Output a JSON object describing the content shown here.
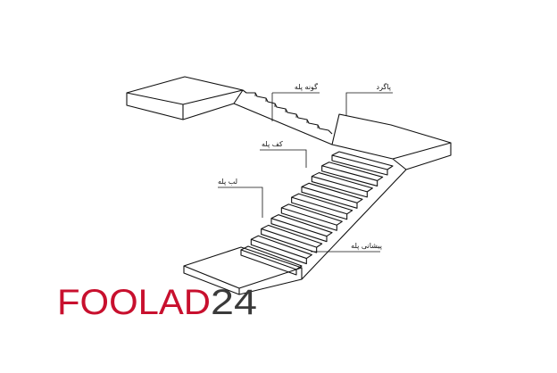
{
  "labels": {
    "riser": "گونه پله",
    "landing": "پاگرد",
    "tread": "کف پله",
    "nosing": "لب پله",
    "front": "پیشانی پله"
  },
  "logo": {
    "part1": "FOOLAD",
    "part2": "24",
    "color_primary": "#c8102e",
    "color_secondary": "#3a3a3a"
  },
  "steps_lower": 10,
  "steps_upper": 7
}
